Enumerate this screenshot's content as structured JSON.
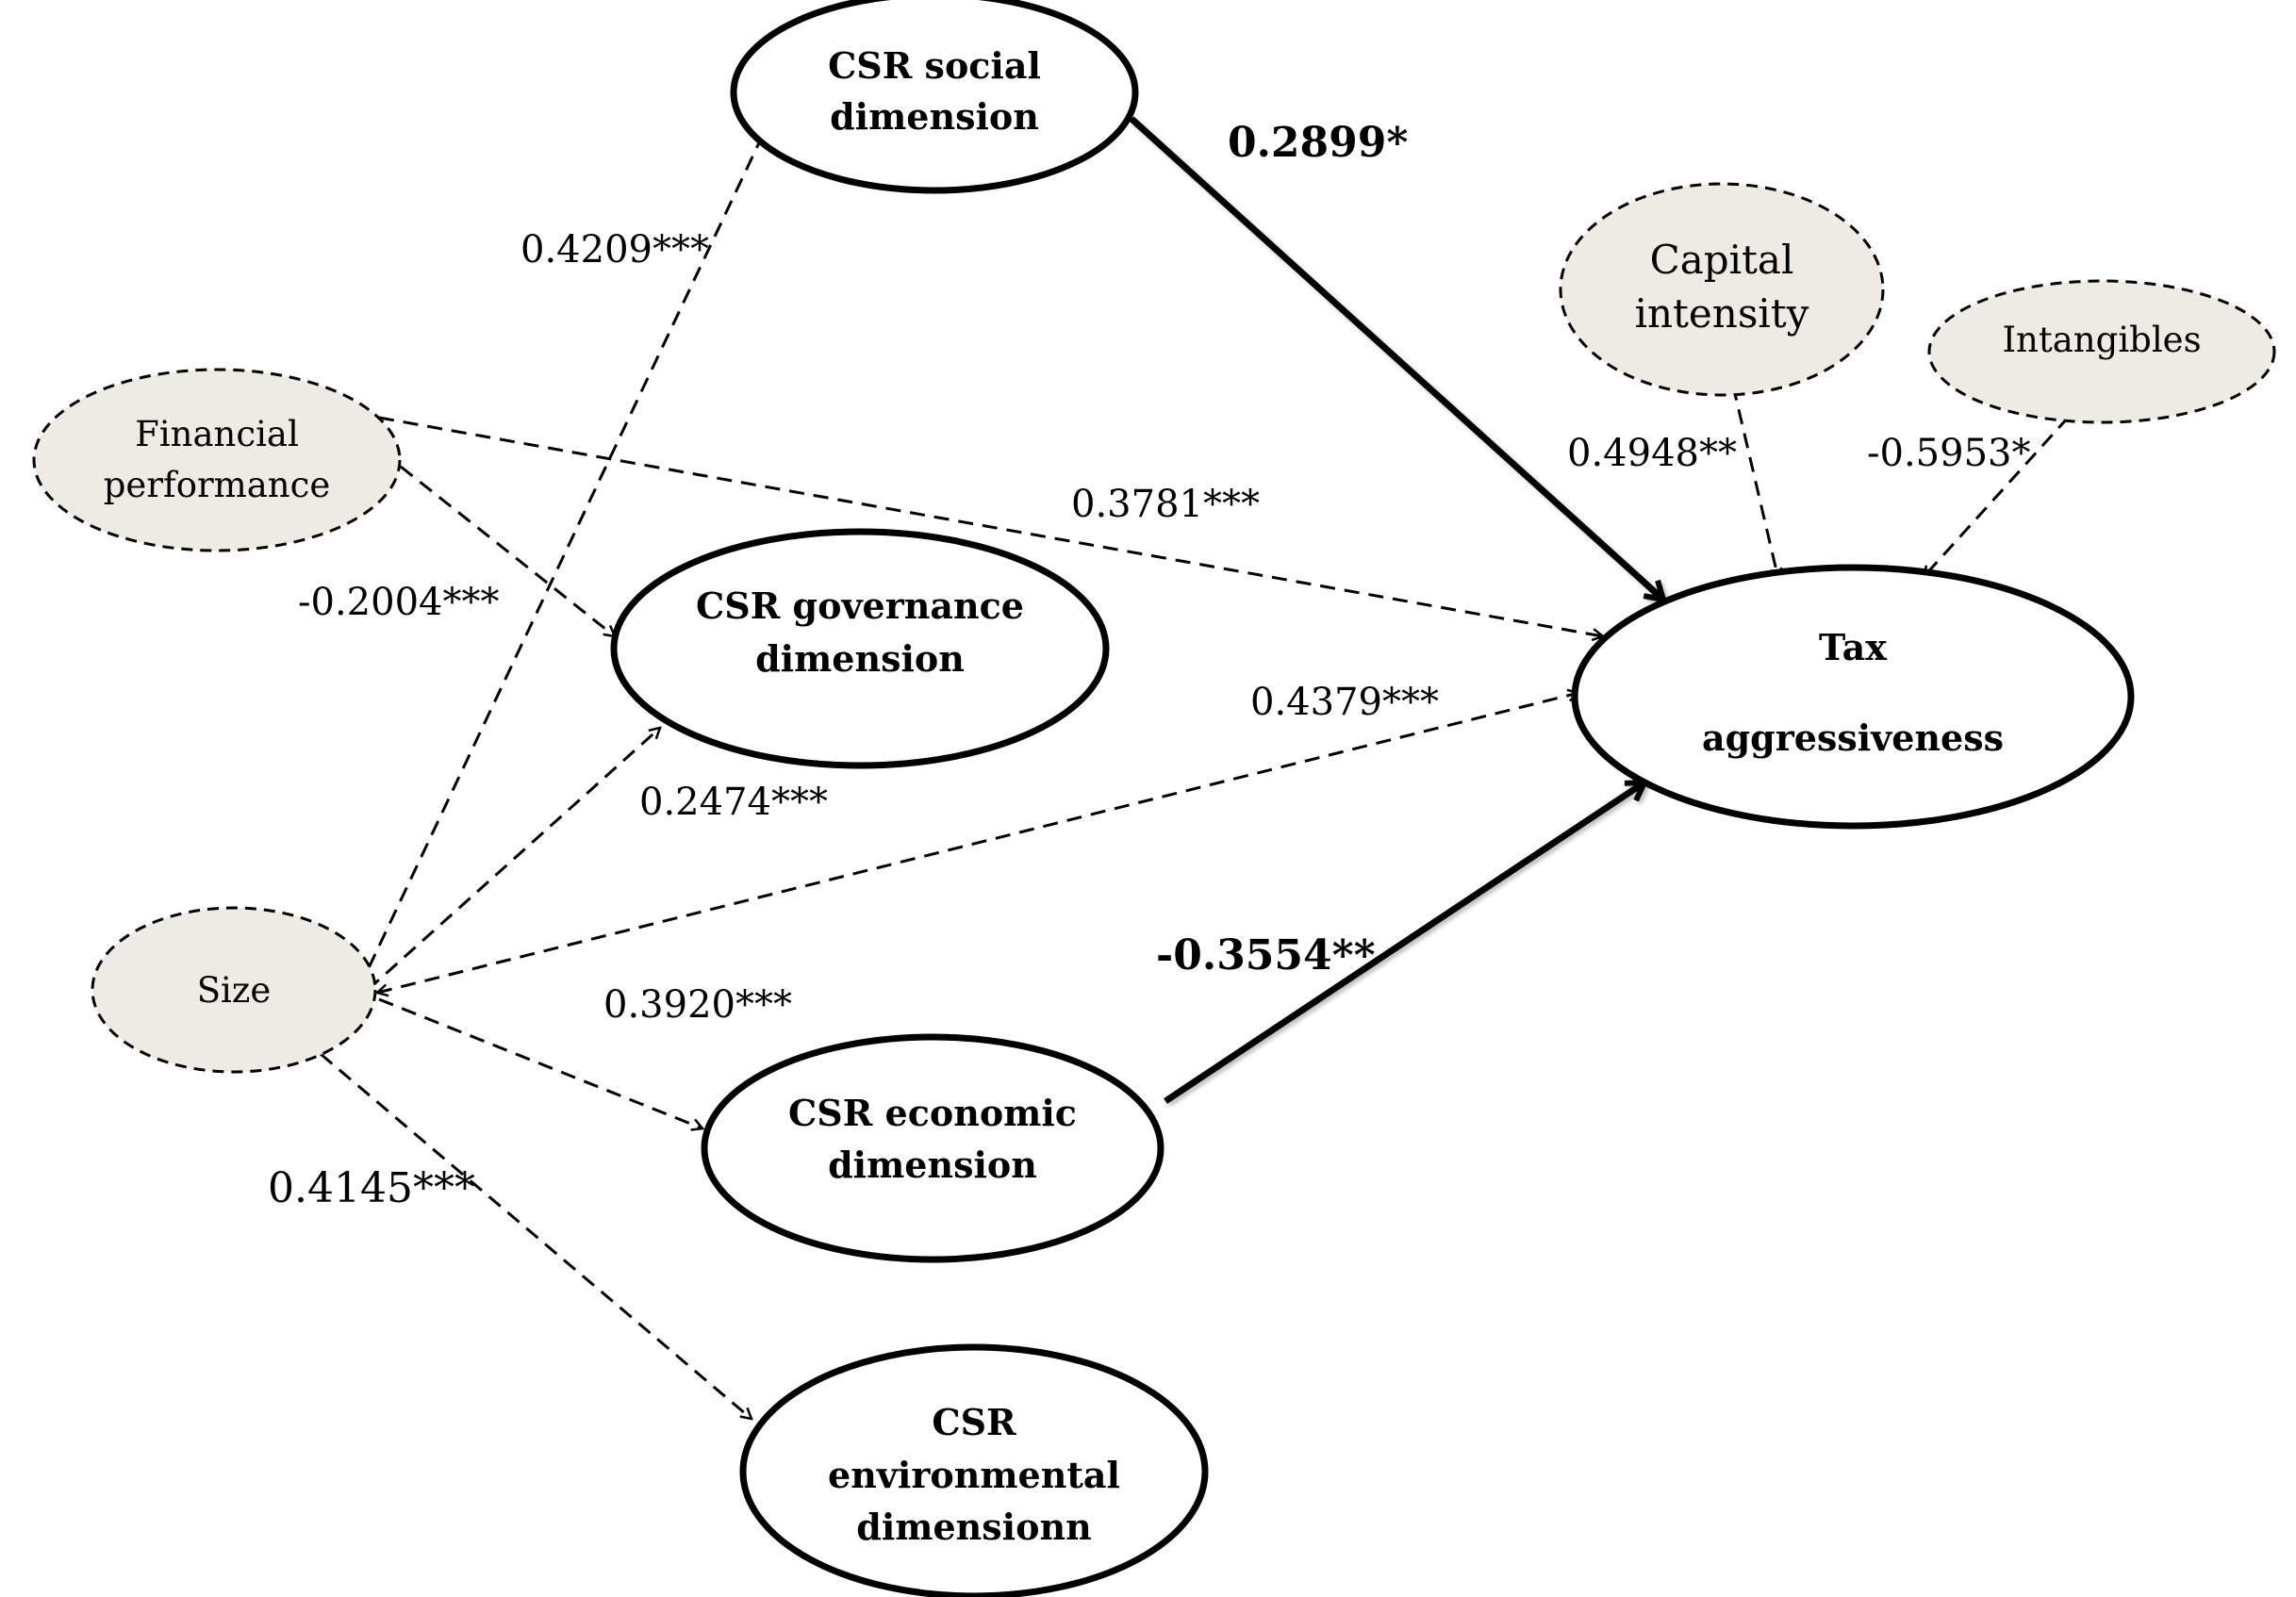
{
  "title": "CSR dimensions and tax aggressiveness path model",
  "nodes": {
    "csr_social": {
      "lines": [
        "CSR social",
        "dimension"
      ],
      "type": "construct"
    },
    "csr_governance": {
      "lines": [
        "CSR governance",
        "dimension"
      ],
      "type": "construct"
    },
    "csr_economic": {
      "lines": [
        "CSR economic",
        "dimension"
      ],
      "type": "construct"
    },
    "csr_environmental": {
      "lines": [
        "CSR",
        "environmental",
        "dimensionn"
      ],
      "type": "construct"
    },
    "tax": {
      "lines": [
        "Tax",
        "aggressiveness"
      ],
      "type": "construct"
    },
    "financial_performance": {
      "lines": [
        "Financial",
        "performance"
      ],
      "type": "control"
    },
    "size": {
      "lines": [
        "Size"
      ],
      "type": "control"
    },
    "capital_intensity": {
      "lines": [
        "Capital",
        "intensity"
      ],
      "type": "control"
    },
    "intangibles": {
      "lines": [
        "Intangibles"
      ],
      "type": "control"
    }
  },
  "paths": [
    {
      "from": "size",
      "to": "csr_social",
      "coef": "0.4209***",
      "style": "dashed"
    },
    {
      "from": "financial_performance",
      "to": "csr_governance",
      "coef": "-0.2004***",
      "style": "dashed"
    },
    {
      "from": "financial_performance",
      "to": "tax",
      "coef": "0.3781***",
      "style": "dashed"
    },
    {
      "from": "size",
      "to": "csr_governance",
      "coef": "0.2474***",
      "style": "dashed"
    },
    {
      "from": "size",
      "to": "tax",
      "coef": "0.4379***",
      "style": "dashed",
      "bidirectional": true
    },
    {
      "from": "size",
      "to": "csr_economic",
      "coef": "0.3920***",
      "style": "dashed"
    },
    {
      "from": "size",
      "to": "csr_environmental",
      "coef": "0.4145***",
      "style": "dashed"
    },
    {
      "from": "csr_social",
      "to": "tax",
      "coef": "0.2899*",
      "style": "solid"
    },
    {
      "from": "csr_economic",
      "to": "tax",
      "coef": "-0.3554**",
      "style": "solid"
    },
    {
      "from": "capital_intensity",
      "to": "tax",
      "coef": "0.4948**",
      "style": "dashed"
    },
    {
      "from": "intangibles",
      "to": "tax",
      "coef": "-0.5953*",
      "style": "dashed"
    }
  ],
  "colors": {
    "control_fill": "#edebe3",
    "construct_fill": "#ffffff",
    "stroke": "#000000"
  }
}
